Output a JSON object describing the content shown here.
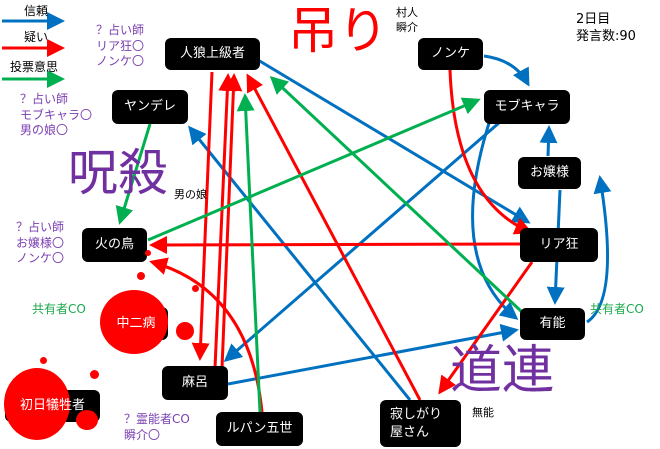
{
  "legend": [
    {
      "label": "信頼",
      "color": "#0070c0"
    },
    {
      "label": "疑い",
      "color": "#ff0000"
    },
    {
      "label": "投票意思",
      "color": "#00b050"
    }
  ],
  "status": {
    "day": "2日目",
    "speech_count": "発言数:90"
  },
  "stamps": {
    "hang": "吊り",
    "curse": "呪殺",
    "drag": "道連"
  },
  "stamp_notes": {
    "hang_1": "村人",
    "hang_2": "瞬介",
    "curse": "男の娘",
    "drag": "無能"
  },
  "nodes": {
    "jinro": "人狼上級者",
    "yandere": "ヤンデレ",
    "nonke": "ノンケ",
    "mob": "モブキャラ",
    "ojou": "お嬢様",
    "hinotori": "火の鳥",
    "riakyo": "リア狂",
    "chuni": "中二病",
    "yuno": "有能",
    "maro": "麻呂",
    "shonichi": "初日犠牲者",
    "lupin": "ルパン五世",
    "sabishi_1": "寂しがり",
    "sabishi_2": "屋さん"
  },
  "notes": {
    "jinro": [
      "？占い師",
      "リア狂〇",
      "ノンケ〇"
    ],
    "yandere": [
      "？占い師",
      "モブキャラ〇",
      "男の娘〇"
    ],
    "hinotori": [
      "？占い師",
      "お嬢様〇",
      "ノンケ〇"
    ],
    "chuni": "共有者CO",
    "yuno": "共有者CO",
    "maro": [
      "？霊能者CO",
      "瞬介〇"
    ]
  },
  "colors": {
    "trust": "#0070c0",
    "doubt": "#ff0000",
    "vote": "#00b050",
    "stamp_purple": "#7030a0",
    "stamp_red": "#ff0000"
  }
}
